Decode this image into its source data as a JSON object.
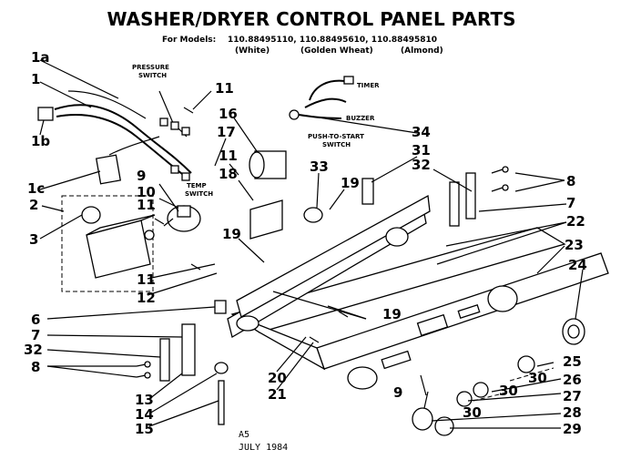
{
  "title": "WASHER/DRYER CONTROL PANEL PARTS",
  "models": {
    "prefix": "For Models:",
    "list": "110.88495110, 110.88495610, 110.88495810",
    "colors": [
      "(White)",
      "(Golden Wheat)",
      "(Almond)"
    ]
  },
  "labels": {
    "pressure_switch": [
      "PRESSURE",
      "SWITCH"
    ],
    "timer": "TIMER",
    "buzzer": "BUZZER",
    "push_to_start": [
      "PUSH-TO-START",
      "SWITCH"
    ],
    "temp_switch": [
      "TEMP",
      "SWITCH"
    ]
  },
  "callouts": {
    "c1a": "1a",
    "c1": "1",
    "c1b": "1b",
    "c1c": "1c",
    "c2": "2",
    "c3": "3",
    "c6": "6",
    "c7l": "7",
    "c32l": "32",
    "c8l": "8",
    "c9a": "9",
    "c10": "10",
    "c11a": "11",
    "c11b": "11",
    "c11c": "11",
    "c11d": "11",
    "c12": "12",
    "c13": "13",
    "c14": "14",
    "c15": "15",
    "c16": "16",
    "c17": "17",
    "c18": "18",
    "c19a": "19",
    "c19b": "19",
    "c19c": "19",
    "c20": "20",
    "c21": "21",
    "c33": "33",
    "c34": "34",
    "c31": "31",
    "c32r": "32",
    "c8r": "8",
    "c7r": "7",
    "c22": "22",
    "c23": "23",
    "c24": "24",
    "c25": "25",
    "c26": "26",
    "c27": "27",
    "c28": "28",
    "c29": "29",
    "c30a": "30",
    "c30b": "30",
    "c30c": "30",
    "c9b": "9"
  },
  "footer": {
    "code": "A5",
    "date": "JULY 1984"
  }
}
